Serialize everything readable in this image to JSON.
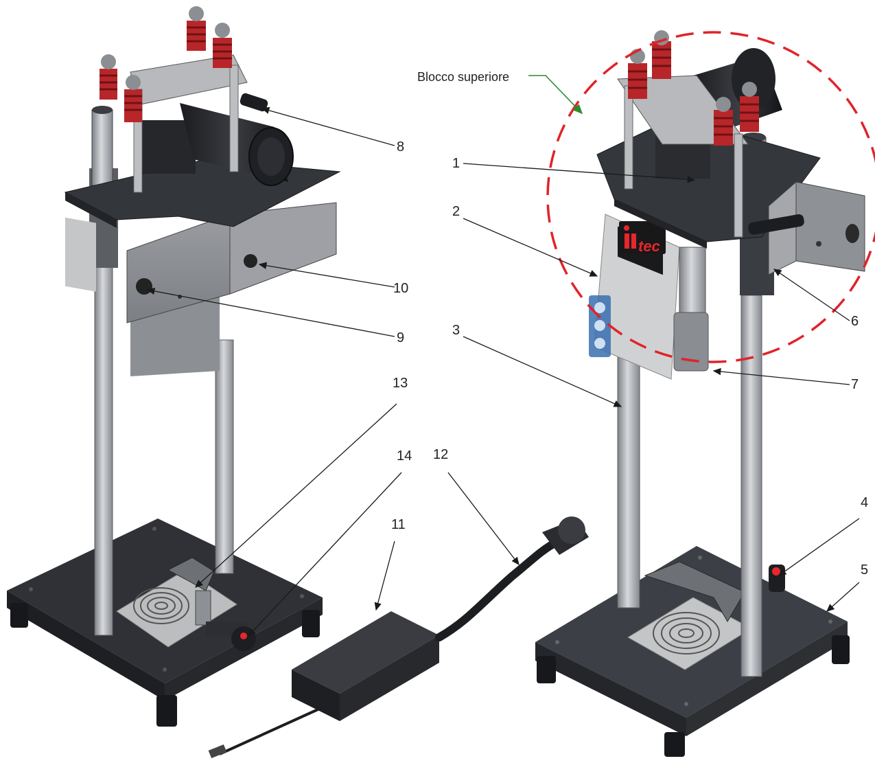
{
  "labels": {
    "n1": "1",
    "n2": "2",
    "n3": "3",
    "n4": "4",
    "n5": "5",
    "n6": "6",
    "n7": "7",
    "n8": "8",
    "n9": "9",
    "n10": "10",
    "n11": "11",
    "n12": "12",
    "n13": "13",
    "n14": "14",
    "upper_block": "Blocco superiore"
  },
  "brand": {
    "logo_text": "tec"
  },
  "colors": {
    "base_plate": "#3c3f45",
    "column": "#a9abb0",
    "spring": "#b8262a",
    "highlight_circle": "#e0232a",
    "callout_arrow": "#2e8b2e",
    "knob_dot": "#e8262d"
  }
}
